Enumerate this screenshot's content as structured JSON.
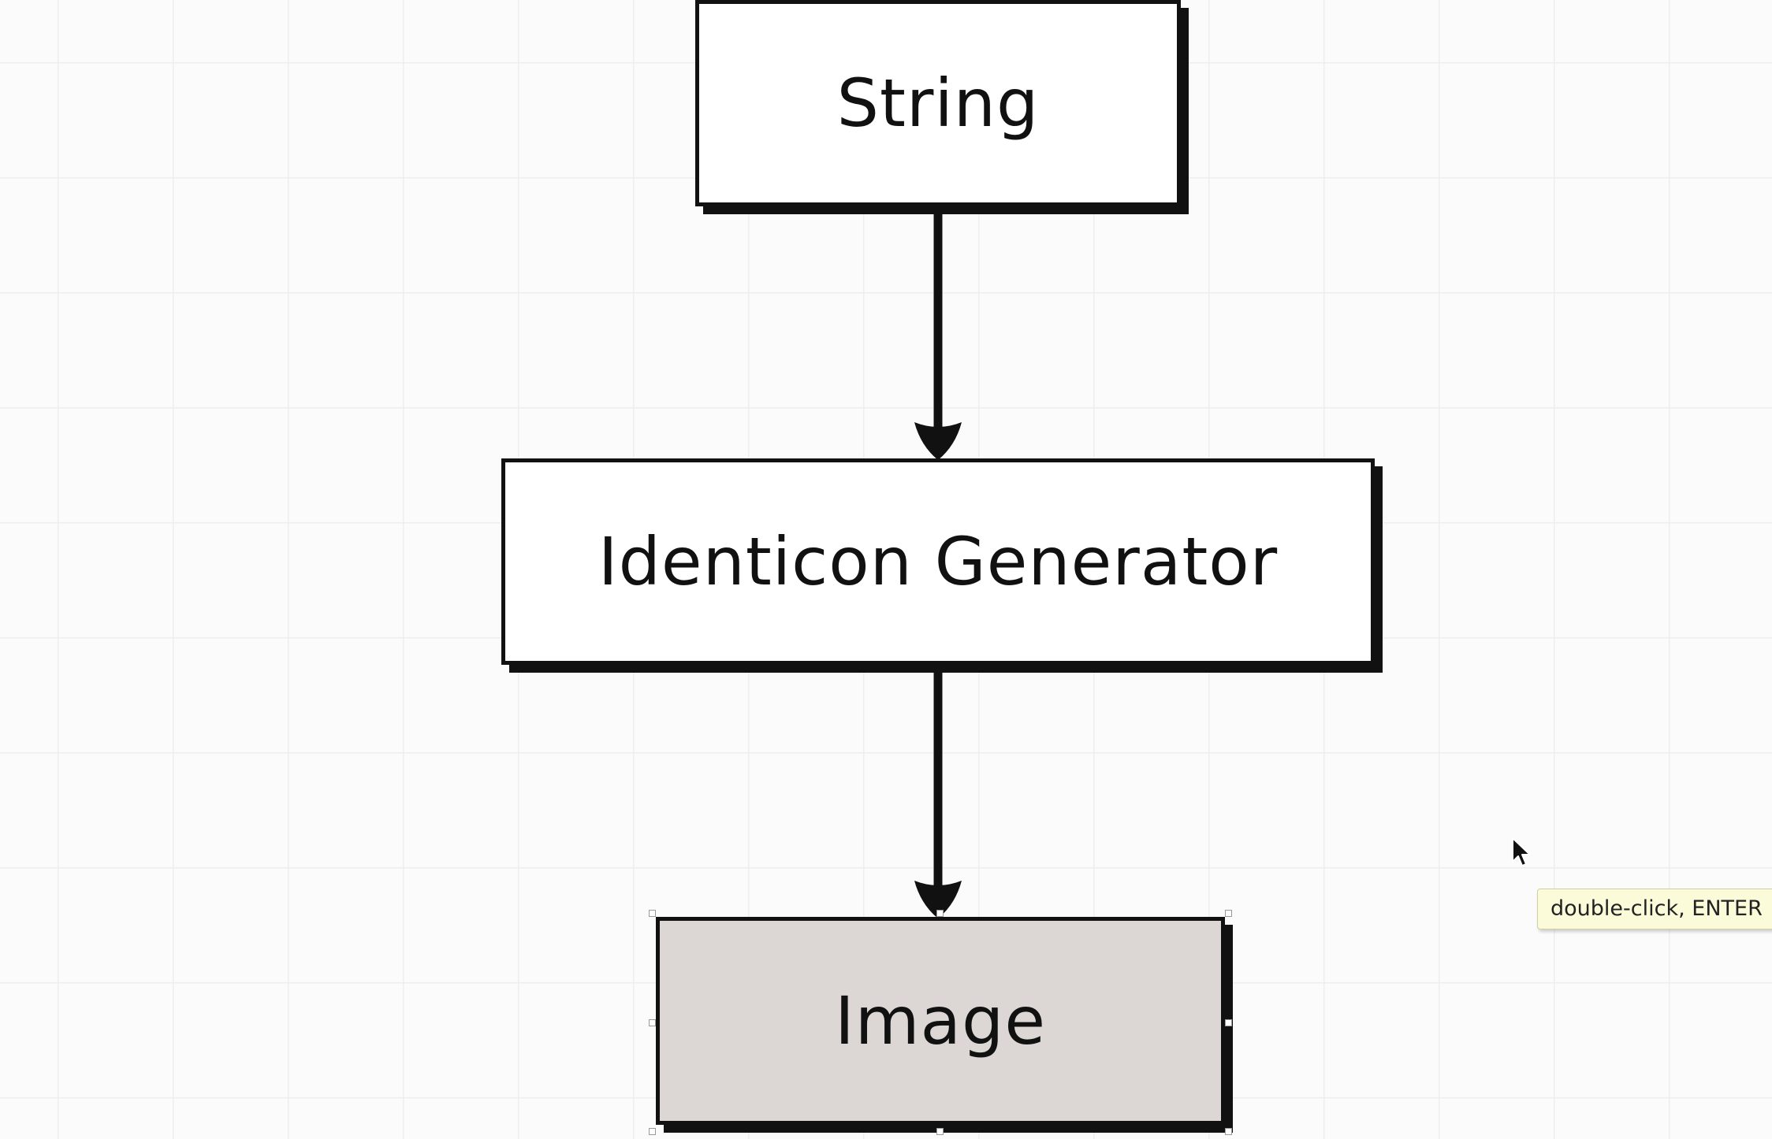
{
  "canvas": {
    "grid_color": "#eeeeee",
    "background_color": "#fbfbfb"
  },
  "nodes": [
    {
      "id": "string",
      "label": "String",
      "selected": false
    },
    {
      "id": "identicon-generator",
      "label": "Identicon Generator",
      "selected": false
    },
    {
      "id": "image",
      "label": "Image",
      "selected": true
    }
  ],
  "edges": [
    {
      "from": "string",
      "to": "identicon-generator"
    },
    {
      "from": "identicon-generator",
      "to": "image"
    }
  ],
  "colors": {
    "stroke": "#111111",
    "node_fill": "#ffffff",
    "selected_fill": "#dcd7d5",
    "tooltip_bg": "#fbfbd9"
  },
  "tooltip": {
    "text": "double-click, ENTER"
  },
  "cursor": {
    "icon": "arrow-pointer-icon"
  }
}
